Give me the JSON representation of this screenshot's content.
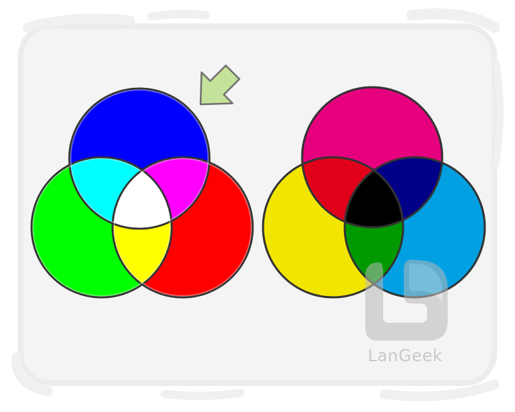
{
  "colors": {
    "background": "#ffffff",
    "card": "#f4f4f4",
    "card_edge": "#ececec",
    "outline": "#333333",
    "arrow_fill": "#c5e29a",
    "arrow_stroke": "#6f6f6f",
    "watermark": "#c9c9c9"
  },
  "additive": {
    "circles": [
      {
        "name": "blue",
        "color": "#0000ff"
      },
      {
        "name": "green",
        "color": "#00ff00"
      },
      {
        "name": "red",
        "color": "#ff0000"
      }
    ],
    "overlaps": [
      {
        "name": "cyan",
        "color": "#00ffff"
      },
      {
        "name": "magenta",
        "color": "#ff00ff"
      },
      {
        "name": "yellow",
        "color": "#ffff00"
      },
      {
        "name": "white",
        "color": "#ffffff"
      }
    ]
  },
  "subtractive": {
    "circles": [
      {
        "name": "magenta",
        "color": "#e6007e"
      },
      {
        "name": "yellow",
        "color": "#f2e600"
      },
      {
        "name": "cyan",
        "color": "#00a0e2"
      }
    ],
    "overlaps": [
      {
        "name": "red",
        "color": "#e0001a"
      },
      {
        "name": "blue",
        "color": "#000088"
      },
      {
        "name": "green",
        "color": "#009a00"
      },
      {
        "name": "black",
        "color": "#000000"
      }
    ]
  },
  "icons": {
    "pointer": "arrow-icon",
    "logo": "langeek-logo-icon"
  },
  "watermark": {
    "text": "LanGeek"
  }
}
